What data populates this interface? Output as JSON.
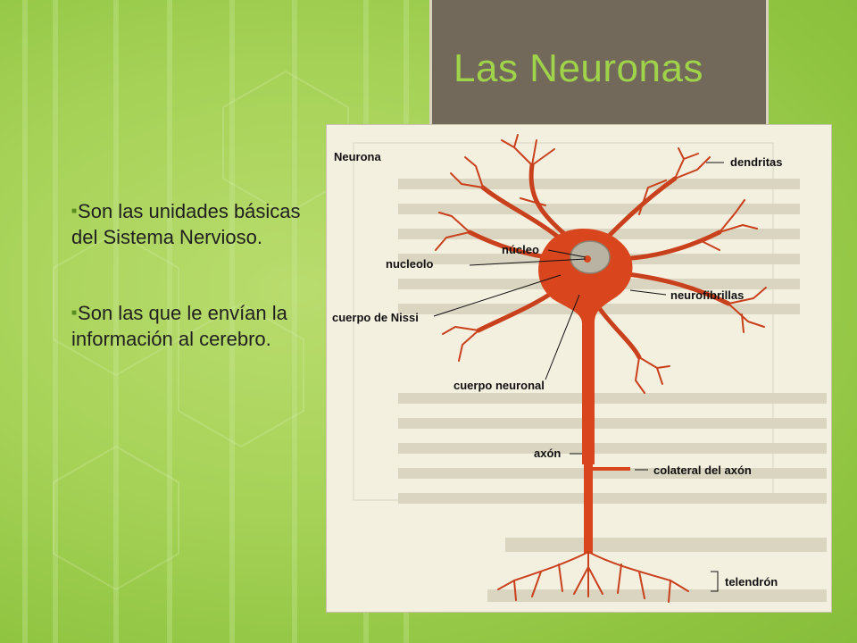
{
  "slide": {
    "title": "Las Neuronas",
    "bullets": [
      "Son las unidades básicas del Sistema Nervioso.",
      "Son las que le envían la información al cerebro."
    ]
  },
  "figure": {
    "heading": "Neurona",
    "labels": {
      "dendritas": "dendritas",
      "nucleo": "núcleo",
      "nucleolo": "nucleolo",
      "neurofibrillas": "neurofibrillas",
      "cuerpo_nissi": "cuerpo de Nissi",
      "cuerpo_neuronal": "cuerpo neuronal",
      "axon": "axón",
      "colateral": "colateral del axón",
      "telendron": "telendrón"
    }
  },
  "colors": {
    "title_text": "#9fd34a",
    "title_box": "#73695a",
    "neuron": "#d9461e",
    "background": "#a6d257"
  }
}
